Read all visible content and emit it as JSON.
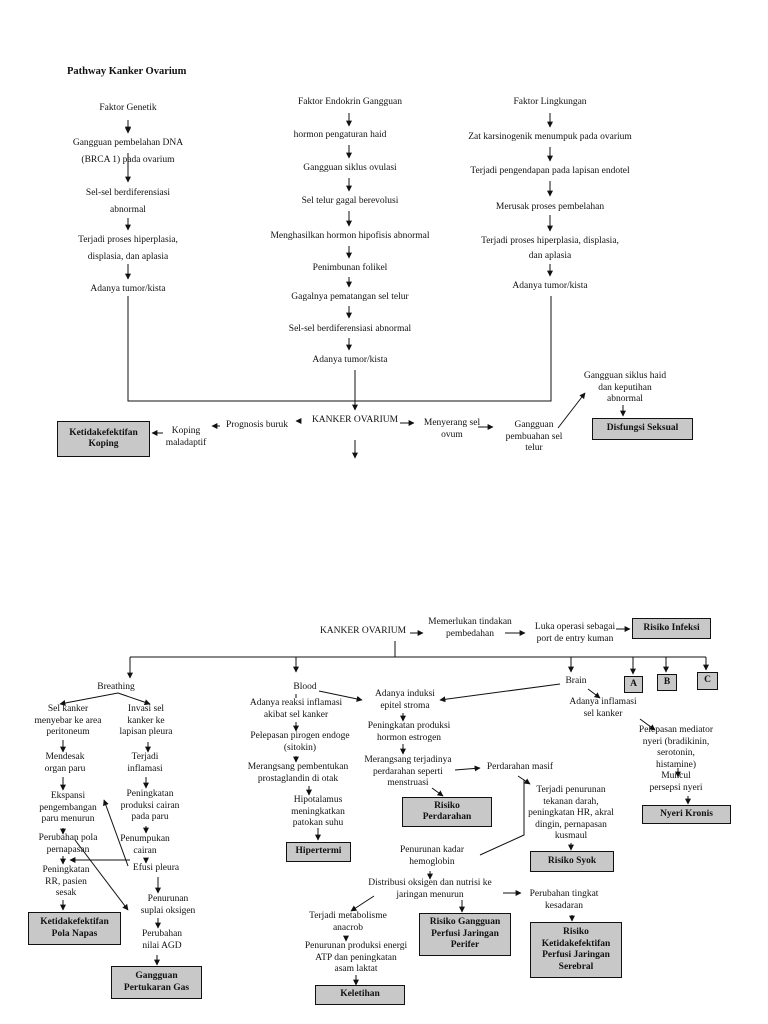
{
  "title": "Pathway Kanker Ovarium",
  "top": {
    "col_genetik": [
      "Faktor Genetik",
      "Gangguan pembelahan DNA",
      "(BRCA 1) pada ovarium",
      "Sel-sel berdiferensiasi",
      "abnormal",
      "Terjadi proses hiperplasia,",
      "displasia, dan aplasia",
      "Adanya tumor/kista"
    ],
    "col_endokrin": [
      "Faktor Endokrin Gangguan",
      "hormon pengaturan haid",
      "Gangguan siklus ovulasi",
      "Sel telur gagal berevolusi",
      "Menghasilkan hormon hipofisis abnormal",
      "Penimbunan folikel",
      "Gagalnya pematangan sel telur",
      "Sel-sel berdiferensiasi abnormal",
      "Adanya tumor/kista"
    ],
    "col_lingkungan": [
      "Faktor Lingkungan",
      "Zat karsinogenik menumpuk pada ovarium",
      "Terjadi pengendapan pada lapisan endotel",
      "Merusak proses pembelahan",
      "Terjadi proses hiperplasia, displasia,",
      "dan aplasia",
      "Adanya tumor/kista"
    ],
    "kanker": "KANKER OVARIUM",
    "prognosis": "Prognosis buruk",
    "koping": [
      "Koping",
      "maladaptif"
    ],
    "box_koping": [
      "Ketidakefektifan",
      "Koping"
    ],
    "menyerang": [
      "Menyerang sel",
      "ovum"
    ],
    "gangguan_pembuahan": [
      "Gangguan",
      "pembuahan sel",
      "telur"
    ],
    "gangguan_siklus": [
      "Gangguan siklus haid",
      "dan keputihan",
      "abnormal"
    ],
    "box_disfungsi": "Disfungsi Seksual"
  },
  "bottom": {
    "kanker": "KANKER OVARIUM",
    "tindakan": [
      "Memerlukan tindakan",
      "pembedahan"
    ],
    "luka": [
      "Luka operasi sebagai",
      "port de entry kuman"
    ],
    "box_infeksi": "Risiko Infeksi",
    "box_a": "A",
    "box_b": "B",
    "box_c": "C",
    "breathing": {
      "label": "Breathing",
      "left": [
        [
          "Sel kanker",
          "menyebar ke area",
          "peritoneum"
        ],
        [
          "Mendesak",
          "organ paru"
        ],
        [
          "Ekspansi",
          "pengembangan",
          "paru menurun"
        ],
        [
          "Perubahan pola",
          "pernapasan"
        ],
        [
          "Peningkatan",
          "RR, pasien",
          "sesak"
        ]
      ],
      "right": [
        [
          "Invasi sel",
          "kanker ke",
          "lapisan pleura"
        ],
        [
          "Terjadi",
          "inflamasi"
        ],
        [
          "Peningkatan",
          "produksi cairan",
          "pada paru"
        ],
        [
          "Penumpukan",
          "cairan"
        ],
        [
          "Efusi pleura"
        ],
        [
          "Penurunan",
          "suplai oksigen"
        ],
        [
          "Perubahan",
          "nilai AGD"
        ]
      ],
      "box_pola": [
        "Ketidakefektifan",
        "Pola Napas"
      ],
      "box_gas": [
        "Gangguan",
        "Pertukaran Gas"
      ]
    },
    "blood": {
      "label": "Blood",
      "chain": [
        [
          "Adanya reaksi inflamasi",
          "akibat sel kanker"
        ],
        [
          "Pelepasan pirogen endoge",
          "(sitokin)"
        ],
        [
          "Merangsang pembentukan",
          "prostaglandin di otak"
        ],
        [
          "Hipotalamus",
          "meningkatkan",
          "patokan suhu"
        ]
      ],
      "box_hipertermi": "Hipertermi",
      "induksi": [
        "Adanya induksi",
        "epitel stroma"
      ],
      "estrogen": [
        "Peningkatan produksi",
        "hormon estrogen"
      ],
      "perdarahan": [
        "Merangsang terjadinya",
        "perdarahan seperti",
        "menstruasi"
      ],
      "box_perdarahan": [
        "Risiko",
        "Perdarahan"
      ],
      "masif": "Perdarahan masif",
      "penurunan_tekanan": [
        "Terjadi penurunan",
        "tekanan darah,",
        "peningkatan HR, akral",
        "dingin, pernapasan",
        "kusmaul"
      ],
      "box_syok": "Risiko Syok",
      "hemoglobin": [
        "Penurunan kadar",
        "hemoglobin"
      ],
      "distribusi": [
        "Distribusi oksigen dan nutrisi ke",
        "jaringan menurun"
      ],
      "anaerob": [
        "Terjadi metabolisme",
        "anacrob"
      ],
      "energi": [
        "Penurunan produksi energi",
        "ATP dan peningkatan",
        "asam laktat"
      ],
      "box_keletihan": "Keletihan",
      "box_perifer": [
        "Risiko Gangguan",
        "Perfusi Jaringan",
        "Perifer"
      ],
      "kesadaran": [
        "Perubahan tingkat",
        "kesadaran"
      ],
      "box_serebral": [
        "Risiko",
        "Ketidakefektifan",
        "Perfusi Jaringan",
        "Serebral"
      ]
    },
    "brain": {
      "label": "Brain",
      "inflamasi": [
        "Adanya inflamasi",
        "sel kanker"
      ],
      "mediator": [
        "Pelepasan mediator",
        "nyeri (bradikinin,",
        "serotonin,",
        "histamine)",
        "Muncul",
        "persepsi nyeri"
      ],
      "box_nyeri": "Nyeri Kronis"
    }
  }
}
